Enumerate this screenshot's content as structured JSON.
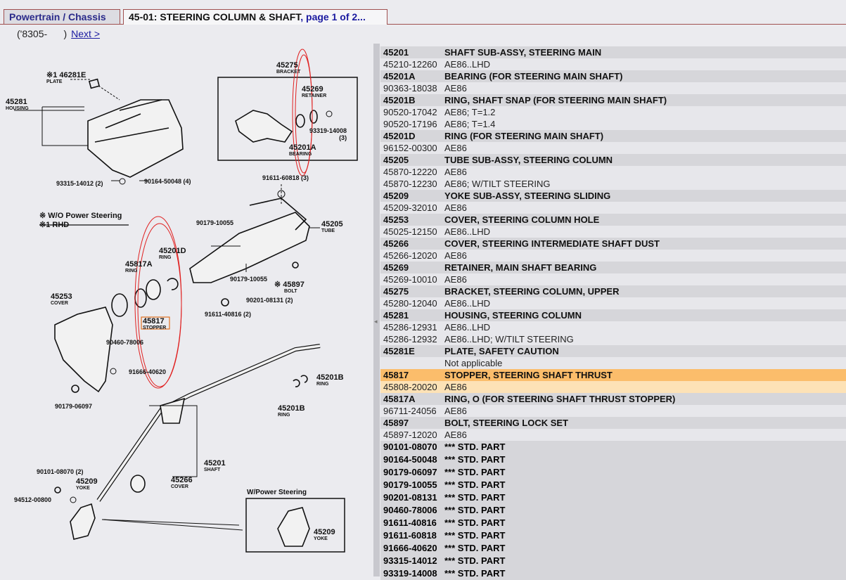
{
  "tabs": {
    "category": "Powertrain / Chassis",
    "section": "45-01: STEERING COLUMN & SHAFT",
    "page": ", page 1 of 2..."
  },
  "subheader": {
    "range": "('8305-      )",
    "next": "Next >"
  },
  "diagram": {
    "labels": {
      "l46281E": "※1 46281E",
      "l46281E_s": "PLATE",
      "l45281": "45281",
      "l45281_s": "HOUSING",
      "l93315": "93315-14012 (2)",
      "l90164": "90164-50048 (4)",
      "l45275": "45275",
      "l45275_s": "BRACKET",
      "l45269": "45269",
      "l45269_s": "RETAINER",
      "l93319": "93319-14008",
      "l93319_q": "(3)",
      "l45201A": "45201A",
      "l45201A_s": "BEARING",
      "l91611a": "91611-60818 (3)",
      "legend1": "※ W/O Power Steering",
      "legend2": "※1 RHD",
      "l90179a": "90179-10055",
      "l45205": "45205",
      "l45205_s": "TUBE",
      "l45201D": "45201D",
      "l45201D_s": "RING",
      "l45817A": "45817A",
      "l45817A_s": "RING",
      "l90179b": "90179-10055",
      "l45897": "※ 45897",
      "l45897_s": "BOLT",
      "l90201": "90201-08131 (2)",
      "l91611b": "91611-40816 (2)",
      "l45253": "45253",
      "l45253_s": "COVER",
      "l45817": "45817",
      "l45817_s": "STOPPER",
      "l90460": "90460-78006",
      "l91666": "91666-40620",
      "l90179c": "90179-06097",
      "l45201B1": "45201B",
      "l45201B1_s": "RING",
      "l45201B2": "45201B",
      "l45201B2_s": "RING",
      "l45201": "45201",
      "l45201_s": "SHAFT",
      "l45266": "45266",
      "l45266_s": "COVER",
      "l90101": "90101-08070 (2)",
      "l45209a": "45209",
      "l45209a_s": "YOKE",
      "l94512": "94512-00800",
      "wps": "W/Power Steering",
      "l45209b": "45209",
      "l45209b_s": "YOKE"
    }
  },
  "parts": [
    {
      "type": "h",
      "no": "45201",
      "desc": "SHAFT SUB-ASSY, STEERING MAIN"
    },
    {
      "type": "s",
      "no": "45210-12260",
      "desc": "AE86..LHD"
    },
    {
      "type": "h",
      "no": "45201A",
      "desc": "BEARING (FOR STEERING MAIN SHAFT)"
    },
    {
      "type": "s",
      "no": "90363-18038",
      "desc": "AE86"
    },
    {
      "type": "h",
      "no": "45201B",
      "desc": "RING, SHAFT SNAP (FOR STEERING MAIN SHAFT)"
    },
    {
      "type": "s",
      "no": "90520-17042",
      "desc": "AE86; T=1.2"
    },
    {
      "type": "s",
      "no": "90520-17196",
      "desc": "AE86; T=1.4"
    },
    {
      "type": "h",
      "no": "45201D",
      "desc": "RING (FOR STEERING MAIN SHAFT)"
    },
    {
      "type": "s",
      "no": "96152-00300",
      "desc": "AE86"
    },
    {
      "type": "h",
      "no": "45205",
      "desc": "TUBE SUB-ASSY, STEERING COLUMN"
    },
    {
      "type": "s",
      "no": "45870-12220",
      "desc": "AE86"
    },
    {
      "type": "s",
      "no": "45870-12230",
      "desc": "AE86; W/TILT STEERING"
    },
    {
      "type": "h",
      "no": "45209",
      "desc": "YOKE SUB-ASSY, STEERING SLIDING"
    },
    {
      "type": "s",
      "no": "45209-32010",
      "desc": "AE86"
    },
    {
      "type": "h",
      "no": "45253",
      "desc": "COVER, STEERING COLUMN HOLE"
    },
    {
      "type": "s",
      "no": "45025-12150",
      "desc": "AE86..LHD"
    },
    {
      "type": "h",
      "no": "45266",
      "desc": "COVER, STEERING INTERMEDIATE SHAFT DUST"
    },
    {
      "type": "s",
      "no": "45266-12020",
      "desc": "AE86"
    },
    {
      "type": "h",
      "no": "45269",
      "desc": "RETAINER, MAIN SHAFT BEARING"
    },
    {
      "type": "s",
      "no": "45269-10010",
      "desc": "AE86"
    },
    {
      "type": "h",
      "no": "45275",
      "desc": "BRACKET, STEERING COLUMN, UPPER"
    },
    {
      "type": "s",
      "no": "45280-12040",
      "desc": "AE86..LHD"
    },
    {
      "type": "h",
      "no": "45281",
      "desc": "HOUSING, STEERING COLUMN"
    },
    {
      "type": "s",
      "no": "45286-12931",
      "desc": "AE86..LHD"
    },
    {
      "type": "s",
      "no": "45286-12932",
      "desc": "AE86..LHD; W/TILT STEERING"
    },
    {
      "type": "h",
      "no": "45281E",
      "desc": "PLATE, SAFETY CAUTION"
    },
    {
      "type": "s",
      "no": "",
      "desc": "Not applicable"
    },
    {
      "type": "h",
      "no": "45817",
      "desc": "STOPPER, STEERING SHAFT THRUST",
      "hl": true
    },
    {
      "type": "s",
      "no": "45808-20020",
      "desc": "AE86",
      "hl": true
    },
    {
      "type": "h",
      "no": "45817A",
      "desc": "RING, O (FOR STEERING SHAFT THRUST STOPPER)"
    },
    {
      "type": "s",
      "no": "96711-24056",
      "desc": "AE86"
    },
    {
      "type": "h",
      "no": "45897",
      "desc": "BOLT, STEERING LOCK SET"
    },
    {
      "type": "s",
      "no": "45897-12020",
      "desc": "AE86"
    },
    {
      "type": "std",
      "no": "90101-08070",
      "desc": "*** STD. PART"
    },
    {
      "type": "std",
      "no": "90164-50048",
      "desc": "*** STD. PART"
    },
    {
      "type": "std",
      "no": "90179-06097",
      "desc": "*** STD. PART"
    },
    {
      "type": "std",
      "no": "90179-10055",
      "desc": "*** STD. PART"
    },
    {
      "type": "std",
      "no": "90201-08131",
      "desc": "*** STD. PART"
    },
    {
      "type": "std",
      "no": "90460-78006",
      "desc": "*** STD. PART"
    },
    {
      "type": "std",
      "no": "91611-40816",
      "desc": "*** STD. PART"
    },
    {
      "type": "std",
      "no": "91611-60818",
      "desc": "*** STD. PART"
    },
    {
      "type": "std",
      "no": "91666-40620",
      "desc": "*** STD. PART"
    },
    {
      "type": "std",
      "no": "93315-14012",
      "desc": "*** STD. PART"
    },
    {
      "type": "std",
      "no": "93319-14008",
      "desc": "*** STD. PART"
    }
  ],
  "colors": {
    "highlight_header": "#fbbd6b",
    "highlight_sub": "#fde2b6",
    "circle": "#e02020",
    "tab_border": "#a05050"
  }
}
